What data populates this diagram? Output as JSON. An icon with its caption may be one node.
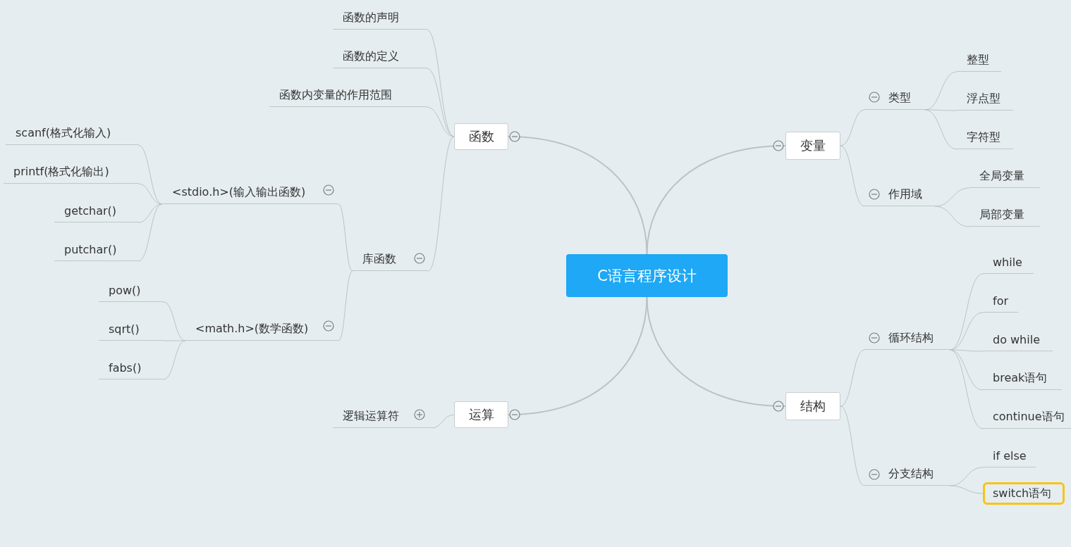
{
  "diagram": {
    "nodes": [
      {
        "text": [
          "C语言程序设计"
        ]
      },
      {
        "text": [
          "函数"
        ]
      },
      {
        "text": [
          "函数的声明"
        ]
      },
      {
        "text": [
          "函数的定义"
        ]
      },
      {
        "text": [
          "函数内变量的作用范围"
        ]
      },
      {
        "text": [
          "库函数"
        ]
      },
      {
        "text": [
          "<stdio.h>(输入输出函数)"
        ]
      },
      {
        "text": [
          "scanf(格式化输入)"
        ]
      },
      {
        "text": [
          "printf(格式化输出)"
        ]
      },
      {
        "text": [
          "getchar()"
        ]
      },
      {
        "text": [
          "putchar()"
        ]
      },
      {
        "text": [
          "<math.h>(数学函数)"
        ]
      },
      {
        "text": [
          "pow()"
        ]
      },
      {
        "text": [
          "sqrt()"
        ]
      },
      {
        "text": [
          "fabs()"
        ]
      },
      {
        "text": [
          "运算"
        ]
      },
      {
        "text": [
          "逻辑运算符"
        ]
      },
      {
        "text": [
          "变量"
        ]
      },
      {
        "text": [
          "类型"
        ]
      },
      {
        "text": [
          "整型"
        ]
      },
      {
        "text": [
          "浮点型"
        ]
      },
      {
        "text": [
          "字符型"
        ]
      },
      {
        "text": [
          "作用域"
        ]
      },
      {
        "text": [
          "全局变量"
        ]
      },
      {
        "text": [
          "局部变量"
        ]
      },
      {
        "text": [
          "结构"
        ]
      },
      {
        "text": [
          "循环结构"
        ]
      },
      {
        "text": [
          "while"
        ]
      },
      {
        "text": [
          "for"
        ]
      },
      {
        "text": [
          "do while"
        ]
      },
      {
        "text": [
          "break语句"
        ]
      },
      {
        "text": [
          "continue语句"
        ]
      },
      {
        "text": [
          "分支结构"
        ]
      },
      {
        "text": [
          "if else"
        ]
      },
      {
        "text": [
          "switch语句"
        ]
      }
    ],
    "edges": [
      {
        "from": 0,
        "to": 1,
        "arrow": "none"
      },
      {
        "from": 1,
        "to": 2,
        "arrow": "none"
      },
      {
        "from": 1,
        "to": 3,
        "arrow": "none"
      },
      {
        "from": 1,
        "to": 4,
        "arrow": "none"
      },
      {
        "from": 1,
        "to": 5,
        "arrow": "none"
      },
      {
        "from": 5,
        "to": 6,
        "arrow": "none"
      },
      {
        "from": 6,
        "to": 7,
        "arrow": "none"
      },
      {
        "from": 6,
        "to": 8,
        "arrow": "none"
      },
      {
        "from": 6,
        "to": 9,
        "arrow": "none"
      },
      {
        "from": 6,
        "to": 10,
        "arrow": "none"
      },
      {
        "from": 5,
        "to": 11,
        "arrow": "none"
      },
      {
        "from": 11,
        "to": 12,
        "arrow": "none"
      },
      {
        "from": 11,
        "to": 13,
        "arrow": "none"
      },
      {
        "from": 11,
        "to": 14,
        "arrow": "none"
      },
      {
        "from": 0,
        "to": 15,
        "arrow": "none"
      },
      {
        "from": 15,
        "to": 16,
        "arrow": "none"
      },
      {
        "from": 0,
        "to": 17,
        "arrow": "none"
      },
      {
        "from": 17,
        "to": 18,
        "arrow": "none"
      },
      {
        "from": 18,
        "to": 19,
        "arrow": "none"
      },
      {
        "from": 18,
        "to": 20,
        "arrow": "none"
      },
      {
        "from": 18,
        "to": 21,
        "arrow": "none"
      },
      {
        "from": 17,
        "to": 22,
        "arrow": "none"
      },
      {
        "from": 22,
        "to": 23,
        "arrow": "none"
      },
      {
        "from": 22,
        "to": 24,
        "arrow": "none"
      },
      {
        "from": 0,
        "to": 25,
        "arrow": "none"
      },
      {
        "from": 25,
        "to": 26,
        "arrow": "none"
      },
      {
        "from": 26,
        "to": 27,
        "arrow": "none"
      },
      {
        "from": 26,
        "to": 28,
        "arrow": "none"
      },
      {
        "from": 26,
        "to": 29,
        "arrow": "none"
      },
      {
        "from": 26,
        "to": 30,
        "arrow": "none"
      },
      {
        "from": 26,
        "to": 31,
        "arrow": "none"
      },
      {
        "from": 25,
        "to": 32,
        "arrow": "none"
      },
      {
        "from": 32,
        "to": 33,
        "arrow": "none"
      },
      {
        "from": 32,
        "to": 34,
        "arrow": "none"
      }
    ]
  }
}
